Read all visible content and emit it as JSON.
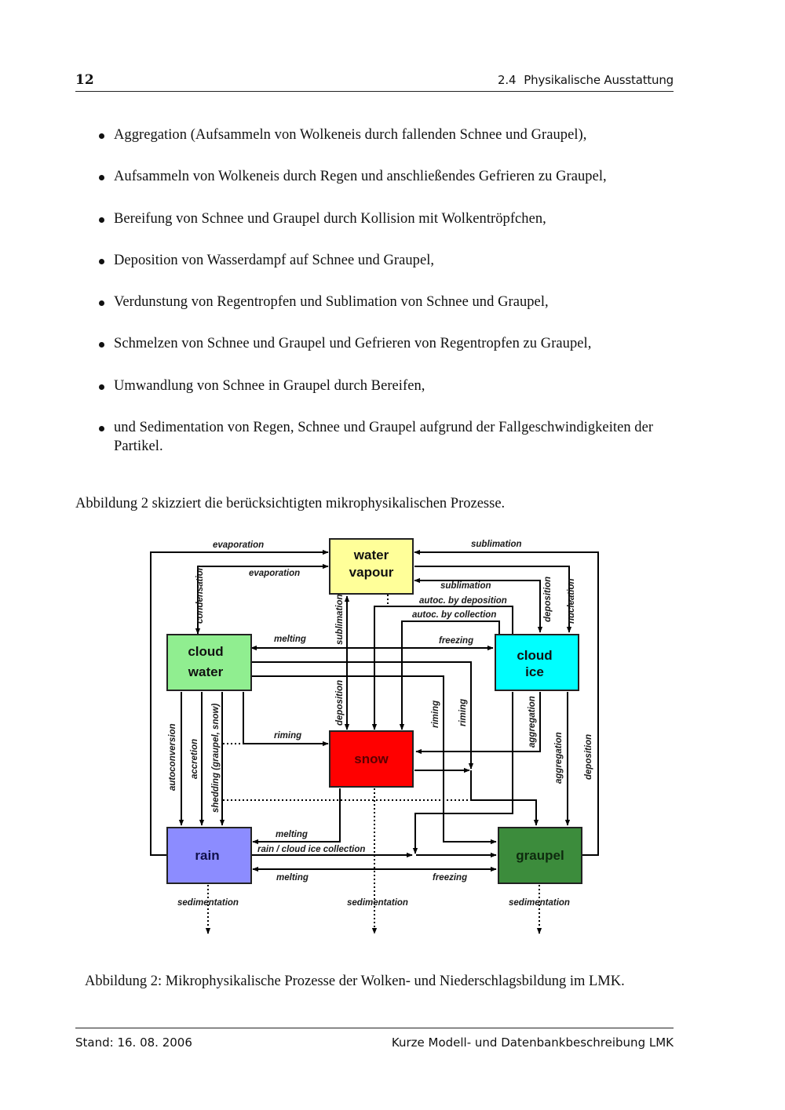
{
  "header": {
    "page_number": "12",
    "section_number": "2.4",
    "section_title": "Physikalische Ausstattung"
  },
  "bullets": [
    "Aggregation (Aufsammeln von Wolkeneis durch fallenden Schnee und Graupel),",
    "Aufsammeln von Wolkeneis durch Regen und anschließendes Gefrieren zu Graupel,",
    "Bereifung von Schnee und Graupel durch Kollision mit Wolkentröpfchen,",
    "Deposition von Wasserdampf auf Schnee und Graupel,",
    "Verdunstung von Regentropfen und Sublimation von Schnee und Graupel,",
    "Schmelzen von Schnee und Graupel und Gefrieren von Regentropfen zu Graupel,",
    "Umwandlung von Schnee in Graupel durch Bereifen,",
    "und Sedimentation von Regen, Schnee und Graupel aufgrund der Fallgeschwindigkeiten der Partikel."
  ],
  "intro_text": "Abbildung 2 skizziert die berücksichtigten mikrophysikalischen Prozesse.",
  "diagram": {
    "boxes": {
      "water_vapour": {
        "line1": "water",
        "line2": "vapour",
        "color": "#ffff99"
      },
      "cloud_water": {
        "line1": "cloud",
        "line2": "water",
        "color": "#90ee90"
      },
      "cloud_ice": {
        "line1": "cloud",
        "line2": "ice",
        "color": "#00ffff"
      },
      "snow": {
        "line1": "snow",
        "color": "#ff0000"
      },
      "rain": {
        "line1": "rain",
        "color": "#8c8cff"
      },
      "graupel": {
        "line1": "graupel",
        "color": "#3c8c3c"
      }
    },
    "labels": {
      "evaporation_outer": "evaporation",
      "evaporation_inner": "evaporation",
      "sublimation_outer": "sublimation",
      "sublimation_inner": "sublimation",
      "condensation": "condensation",
      "sublimation_snow": "sublimation",
      "deposition_snow": "deposition",
      "autoc_deposition": "autoc. by deposition",
      "autoc_collection": "autoc. by collection",
      "deposition_ice": "deposition",
      "nucleation": "nucleation",
      "melting_top": "melting",
      "freezing_top": "freezing",
      "riming_snow": "riming",
      "riming_1": "riming",
      "riming_2": "riming",
      "aggregation_snow": "aggregation",
      "aggregation_graupel": "aggregation",
      "deposition_graupel": "deposition",
      "autoconversion": "autoconversion",
      "accretion": "accretion",
      "shedding": "shedding (graupel, snow)",
      "melting_rain": "melting",
      "rain_ice_collection": "rain / cloud ice collection",
      "melting_bottom": "melting",
      "freezing_bottom": "freezing",
      "sedimentation_rain": "sedimentation",
      "sedimentation_snow": "sedimentation",
      "sedimentation_graupel": "sedimentation"
    }
  },
  "caption": "Abbildung 2: Mikrophysikalische Prozesse der Wolken- und Niederschlagsbildung im LMK.",
  "footer": {
    "date": "Stand: 16. 08. 2006",
    "title": "Kurze Modell- und Datenbankbeschreibung LMK"
  }
}
